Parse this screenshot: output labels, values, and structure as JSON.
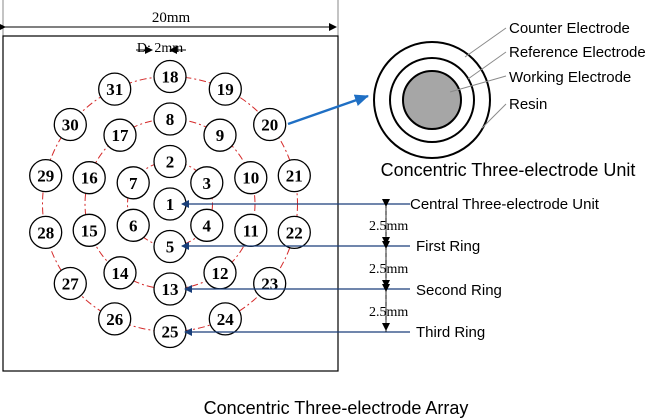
{
  "top_dimension": "20mm",
  "diameter_label": "D: 2mm",
  "electrodes": [
    {
      "id": "1",
      "ring": 0
    },
    {
      "id": "2",
      "ring": 1
    },
    {
      "id": "3",
      "ring": 1
    },
    {
      "id": "4",
      "ring": 1
    },
    {
      "id": "5",
      "ring": 1
    },
    {
      "id": "6",
      "ring": 1
    },
    {
      "id": "7",
      "ring": 1
    },
    {
      "id": "8",
      "ring": 2
    },
    {
      "id": "9",
      "ring": 2
    },
    {
      "id": "10",
      "ring": 2
    },
    {
      "id": "11",
      "ring": 2
    },
    {
      "id": "12",
      "ring": 2
    },
    {
      "id": "13",
      "ring": 2
    },
    {
      "id": "14",
      "ring": 2
    },
    {
      "id": "15",
      "ring": 2
    },
    {
      "id": "16",
      "ring": 2
    },
    {
      "id": "17",
      "ring": 2
    },
    {
      "id": "18",
      "ring": 3
    },
    {
      "id": "19",
      "ring": 3
    },
    {
      "id": "20",
      "ring": 3
    },
    {
      "id": "21",
      "ring": 3
    },
    {
      "id": "22",
      "ring": 3
    },
    {
      "id": "23",
      "ring": 3
    },
    {
      "id": "24",
      "ring": 3
    },
    {
      "id": "25",
      "ring": 3
    },
    {
      "id": "26",
      "ring": 3
    },
    {
      "id": "27",
      "ring": 3
    },
    {
      "id": "28",
      "ring": 3
    },
    {
      "id": "29",
      "ring": 3
    },
    {
      "id": "30",
      "ring": 3
    },
    {
      "id": "31",
      "ring": 3
    }
  ],
  "unit_labels": {
    "counter": "Counter Electrode",
    "reference": "Reference Electrode",
    "working": "Working Electrode",
    "resin": "Resin"
  },
  "unit_title": "Concentric Three-electrode Unit",
  "pointer_labels": {
    "central": "Central Three-electrode Unit",
    "first": "First Ring",
    "second": "Second Ring",
    "third": "Third Ring"
  },
  "ring_spacing_label": "2.5mm",
  "array_title": "Concentric Three-electrode Array",
  "colors": {
    "ring_guides": "#d42a2a",
    "pointer_lines": "#1a3f7a",
    "unit_arrow": "#1f6fc4",
    "working_electrode_fill": "#a6a6a6"
  }
}
